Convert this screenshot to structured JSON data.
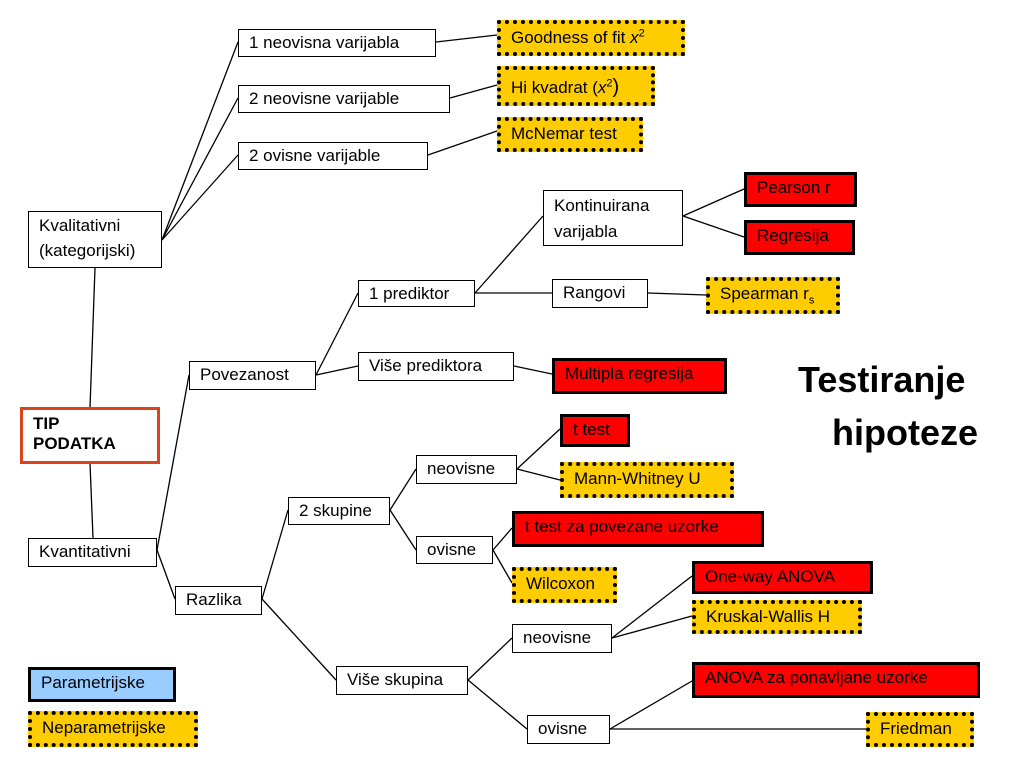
{
  "title": {
    "line1": "Testiranje",
    "line2": "hipoteze"
  },
  "root": {
    "line1": "TIP",
    "line2": "PODATKA"
  },
  "qualitative": {
    "branch": {
      "line1": "Kvalitativni",
      "line2": "(kategorijski)"
    },
    "one_independent": "1 neovisna varijabla",
    "two_independent": "2 neovisne varijable",
    "two_dependent": "2 ovisne varijable",
    "goodness_of_fit": {
      "text": "Goodness of fit",
      "symbol": "x",
      "sup": "2"
    },
    "chi_square": {
      "text": "Hi kvadrat (",
      "symbol": "x",
      "sup": "2",
      "close": ")"
    },
    "mcnemar": "McNemar test"
  },
  "quantitative": {
    "branch": "Kvantitativni",
    "relationship": {
      "label": "Povezanost",
      "one_predictor": "1 prediktor",
      "continuous": {
        "line1": "Kontinuirana",
        "line2": "varijabla"
      },
      "pearson": "Pearson r",
      "regression": "Regresija",
      "ranks": "Rangovi",
      "spearman": {
        "text": "Spearman r",
        "sub": "s"
      },
      "multi_predictor": "Više prediktora",
      "multiple_regression": "Multipla regresija"
    },
    "difference": {
      "label": "Razlika",
      "two_groups": "2 skupine",
      "independent": "neovisne",
      "t_test": "t test",
      "mann_whitney": "Mann-Whitney U",
      "dependent": "ovisne",
      "paired_t": "t test za povezane uzorke",
      "wilcoxon": "Wilcoxon",
      "multi_groups": "Više skupina",
      "multi_independent": "neovisne",
      "anova": "One-way ANOVA",
      "kruskal": "Kruskal-Wallis H",
      "multi_dependent": "ovisne",
      "rm_anova": "ANOVA za ponavljane uzorke",
      "friedman": "Friedman"
    }
  },
  "legend": {
    "parametric": "Parametrijske",
    "nonparametric": "Neparametrijske"
  },
  "colors": {
    "parametric": "#ff0000",
    "nonparametric": "#ffcc00",
    "legend_parametric": "#99ccff",
    "root_border": "#d9441c"
  }
}
